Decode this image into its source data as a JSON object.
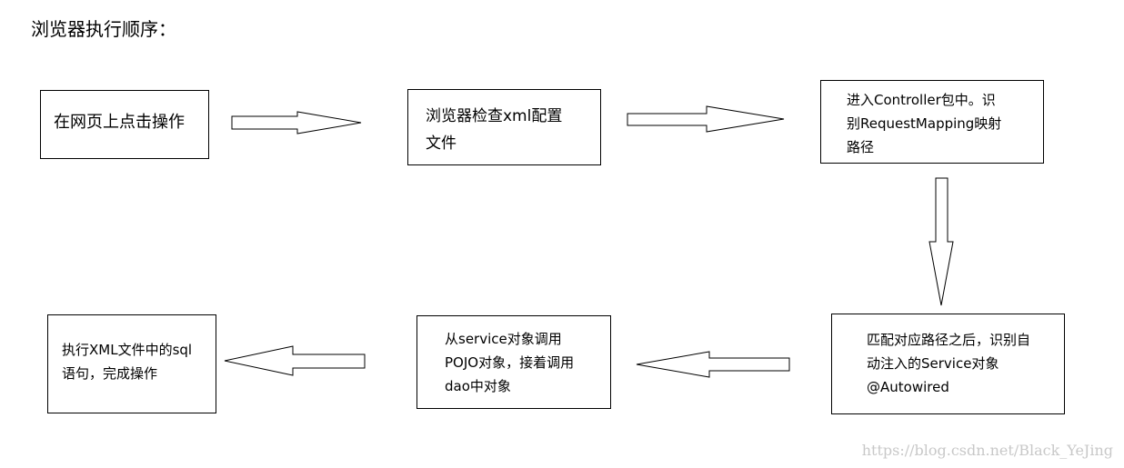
{
  "title": "浏览器执行顺序：",
  "steps": [
    {
      "text": "在网页上点击操作"
    },
    {
      "text": "浏览器检查xml配置\n文件"
    },
    {
      "text": "进入Controller包中。识\n别RequestMapping映射\n路径"
    },
    {
      "text": "匹配对应路径之后，识别自\n动注入的Service对象\n@Autowired"
    },
    {
      "text": "从service对象调用\nPOJO对象，接着调用\ndao中对象"
    },
    {
      "text": "执行XML文件中的sql\n语句，完成操作"
    }
  ],
  "watermark": "https://blog.csdn.net/Black_YeJing"
}
